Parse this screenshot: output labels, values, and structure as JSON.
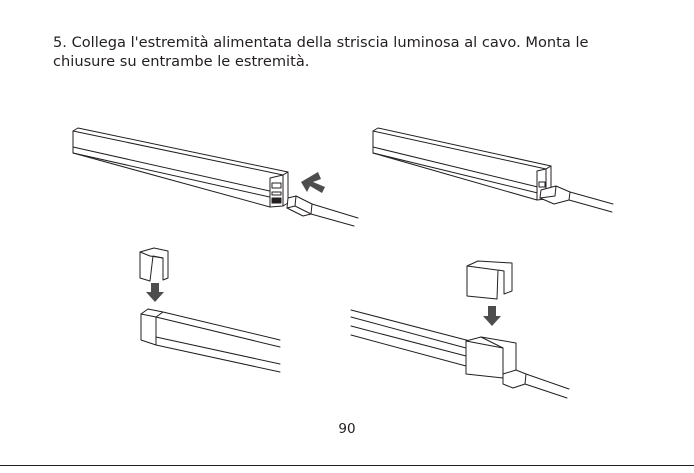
{
  "step": {
    "line1": "5. Collega l'estremità alimentata della striscia luminosa al cavo. Monta le",
    "line2": "chiusure su entrambe le estremità."
  },
  "page_number": "90",
  "colors": {
    "ink": "#231f20",
    "arrow": "#4d4d4d",
    "panel": "#ffffff"
  },
  "icons": [
    "insert-arrow-icon",
    "down-arrow-icon"
  ]
}
